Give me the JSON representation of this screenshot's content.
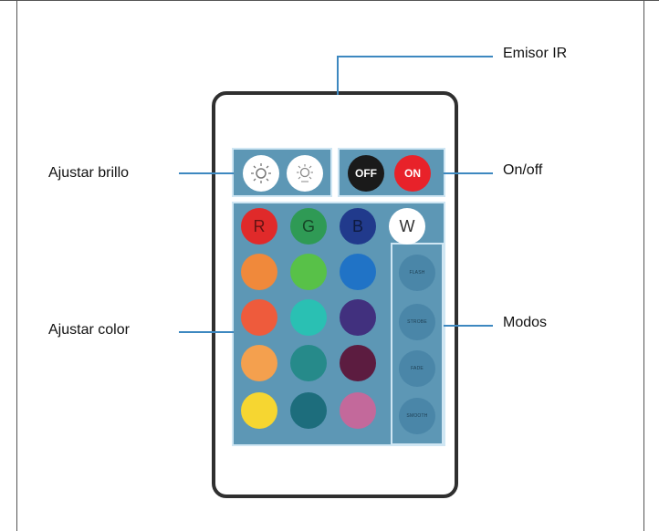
{
  "callouts": {
    "ir_emitter": "Emisor IR",
    "brightness": "Ajustar brillo",
    "power": "On/off",
    "color": "Ajustar color",
    "modes": "Modos"
  },
  "remote": {
    "power_buttons": {
      "off": "OFF",
      "on": "ON"
    },
    "rgbw_buttons": [
      {
        "label": "R",
        "color": "#e02a2a"
      },
      {
        "label": "G",
        "color": "#2f9a55"
      },
      {
        "label": "B",
        "color": "#213a8c"
      },
      {
        "label": "W",
        "color": "#ffffff"
      }
    ],
    "color_rows": [
      [
        "#f0893b",
        "#58c148",
        "#2073c6"
      ],
      [
        "#ee5b3c",
        "#2ac0b3",
        "#41307e"
      ],
      [
        "#f4a04e",
        "#268a8a",
        "#5c1c40"
      ],
      [
        "#f6d631",
        "#1d6d7c",
        "#c3699b"
      ]
    ],
    "mode_buttons": [
      "FLASH",
      "STROBE",
      "FADE",
      "SMOOTH"
    ],
    "brightness_buttons": [
      "brightness-up",
      "brightness-down"
    ]
  },
  "colors": {
    "panel_blue": "#5d97b5",
    "callout_line": "#3d88c0",
    "highlight_border": "#cfe6f3",
    "remote_border": "#2f2f2f"
  }
}
